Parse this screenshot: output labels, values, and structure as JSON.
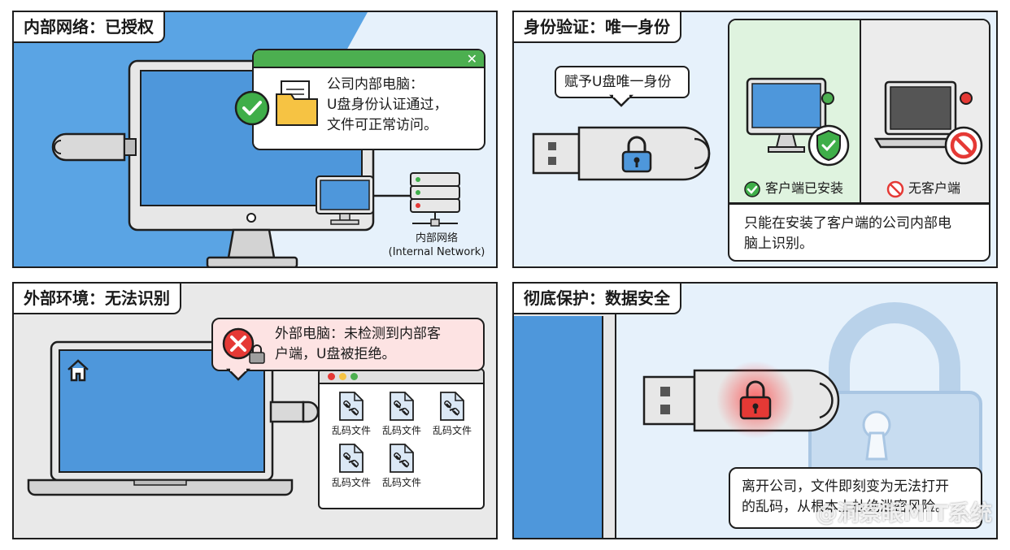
{
  "panels": {
    "p1": {
      "title": "内部网络：已授权",
      "popup_lines": [
        "公司内部电脑：",
        "U盘身份认证通过，",
        "文件可正常访问。"
      ],
      "network_label": "内部网络",
      "network_label_en": "(Internal Network)"
    },
    "p2": {
      "title": "身份验证：唯一身份",
      "bubble": "赋予U盘唯一身份",
      "installed_label": "客户端已安装",
      "not_installed_label": "无客户端",
      "bottom_lines": [
        "只能在安装了客户端的公司内部电",
        "脑上识别。"
      ]
    },
    "p3": {
      "title": "外部环境：无法识别",
      "error_lines": [
        "外部电脑：未检测到内部客",
        "户端，U盘被拒绝。"
      ],
      "files": [
        "乱码文件",
        "乱码文件",
        "乱码文件",
        "乱码文件",
        "乱码文件"
      ]
    },
    "p4": {
      "title": "彻底保护：数据安全",
      "bottom_lines": [
        "离开公司，文件即刻变为无法打开",
        "的乱码，从根本上杜绝泄密风险。"
      ]
    }
  },
  "watermark": "@洞察眼MIT系统",
  "colors": {
    "border": "#1e1e1e",
    "screen_blue": "#5aa4e4",
    "panel_blue": "#e6f1fb",
    "success_green": "#3fae49",
    "success_bg": "#dff3df",
    "error_red": "#e53935",
    "error_bg": "#fde3e3",
    "device_gray": "#d9d9d9"
  },
  "icons": [
    "check-icon",
    "folder-icon",
    "close-icon",
    "lock-icon",
    "shield-icon",
    "prohibited-icon",
    "home-icon",
    "broken-file-icon",
    "keyhole-icon"
  ]
}
